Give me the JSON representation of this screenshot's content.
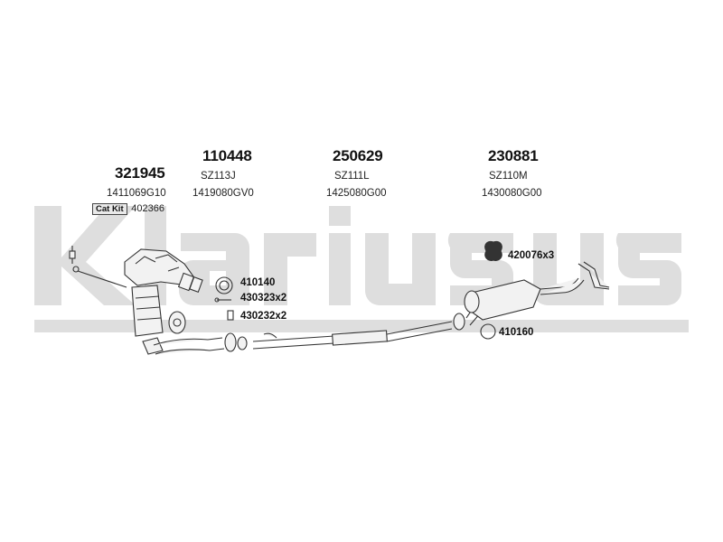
{
  "watermark": {
    "text": "Klarius"
  },
  "parts": {
    "p321945": {
      "number": "321945",
      "code": "1411069G10"
    },
    "p110448": {
      "number": "110448",
      "desc": "SZ113J",
      "code": "1419080GV0"
    },
    "p250629": {
      "number": "250629",
      "desc": "SZ111L",
      "code": "1425080G00"
    },
    "p230881": {
      "number": "230881",
      "desc": "SZ110M",
      "code": "1430080G00"
    }
  },
  "cat_kit": {
    "label": "Cat Kit",
    "number": "402366"
  },
  "callouts": {
    "c410140": "410140",
    "c430323": "430323x2",
    "c430232": "430232x2",
    "c420076": "420076x3",
    "c410160": "410160"
  },
  "colors": {
    "watermark": "#dcdcdc",
    "line": "#333333",
    "fill": "#f2f2f2"
  }
}
